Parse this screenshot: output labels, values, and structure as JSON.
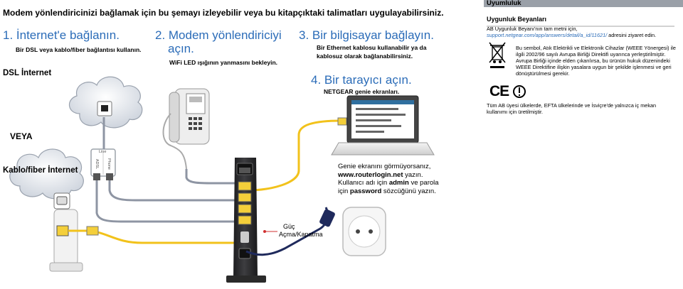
{
  "header": {
    "title": "Modem yönlendiricinizi bağlamak için bu şemayı izleyebilir veya bu kitapçıktaki talimatları uygulayabilirsiniz."
  },
  "steps": [
    {
      "head": "1. İnternet'e bağlanın.",
      "sub": "Bir DSL veya kablo/fiber bağlantısı kullanın."
    },
    {
      "head1": "2. Modem yönlendiriciyi",
      "head2": "açın.",
      "sub": "WiFi LED ışığının yanmasını bekleyin."
    },
    {
      "head": "3. Bir bilgisayar bağlayın.",
      "sub1": "Bir Ethernet kablosu kullanabilir ya da",
      "sub2": "kablosuz olarak bağlanabilirsiniz."
    },
    {
      "head": "4. Bir tarayıcı açın.",
      "sub": "NETGEAR genie ekranları."
    }
  ],
  "labels": {
    "dsl": "DSL İnternet",
    "or": "VEYA",
    "cable": "Kablo/fiber İnternet",
    "power1": "Güç",
    "power2": "Açma/Kapatma",
    "splitter_line": "Line",
    "splitter_adsl": "ADSL",
    "splitter_phone": "Phone"
  },
  "genie_note": {
    "line1": "Genie ekranını görmüyorsanız,",
    "line2": "www.routerlogin.net",
    "line2_suffix": " yazın.",
    "line3": "Kullanıcı adı için ",
    "line3_bold": "admin",
    "line3_suffix": " ve parola",
    "line4": "için ",
    "line4_bold": "password",
    "line4_suffix": " sözcüğünü yazın."
  },
  "compliance": {
    "heading": "Uyumluluk",
    "subheading": "Uygunluk Beyanları",
    "decl1": "AB Uygunluk Beyanı'nın tam metni için,",
    "decl_link": "support.netgear.com/app/answers/detail/a_id/11621/",
    "decl2": " adresini ziyaret edin.",
    "weee1": "Bu sembol, Atık Elektrikli ve Elektronik Cihazlar (WEEE Yönergesi) ile",
    "weee2": "ilgili 2002/96 sayılı Avrupa Birliği Direktifi uyarınca yerleştirilmiştir.",
    "weee3": "Avrupa Birliği içinde elden çıkarılırsa, bu ürünün hukuk düzenindeki",
    "weee4": "WEEE Direktifine ilişkin yasalara uygun bir şekilde işlenmesi ve geri",
    "weee5": "dönüştürülmesi gerekir.",
    "ce_mark": "CE",
    "eu1": "Tüm AB üyesi ülkelerde, EFTA ülkelerinde ve İsviçre'de yalnızca iç mekan",
    "eu2": "kullanımı için üretilmiştir."
  },
  "colors": {
    "blue_heading": "#2b6cb8",
    "ethernet_cable": "#f2c21b",
    "phone_cable": "#8e95a3",
    "router_body": "#2e2e30",
    "port_yellow": "#f4cf3a"
  }
}
